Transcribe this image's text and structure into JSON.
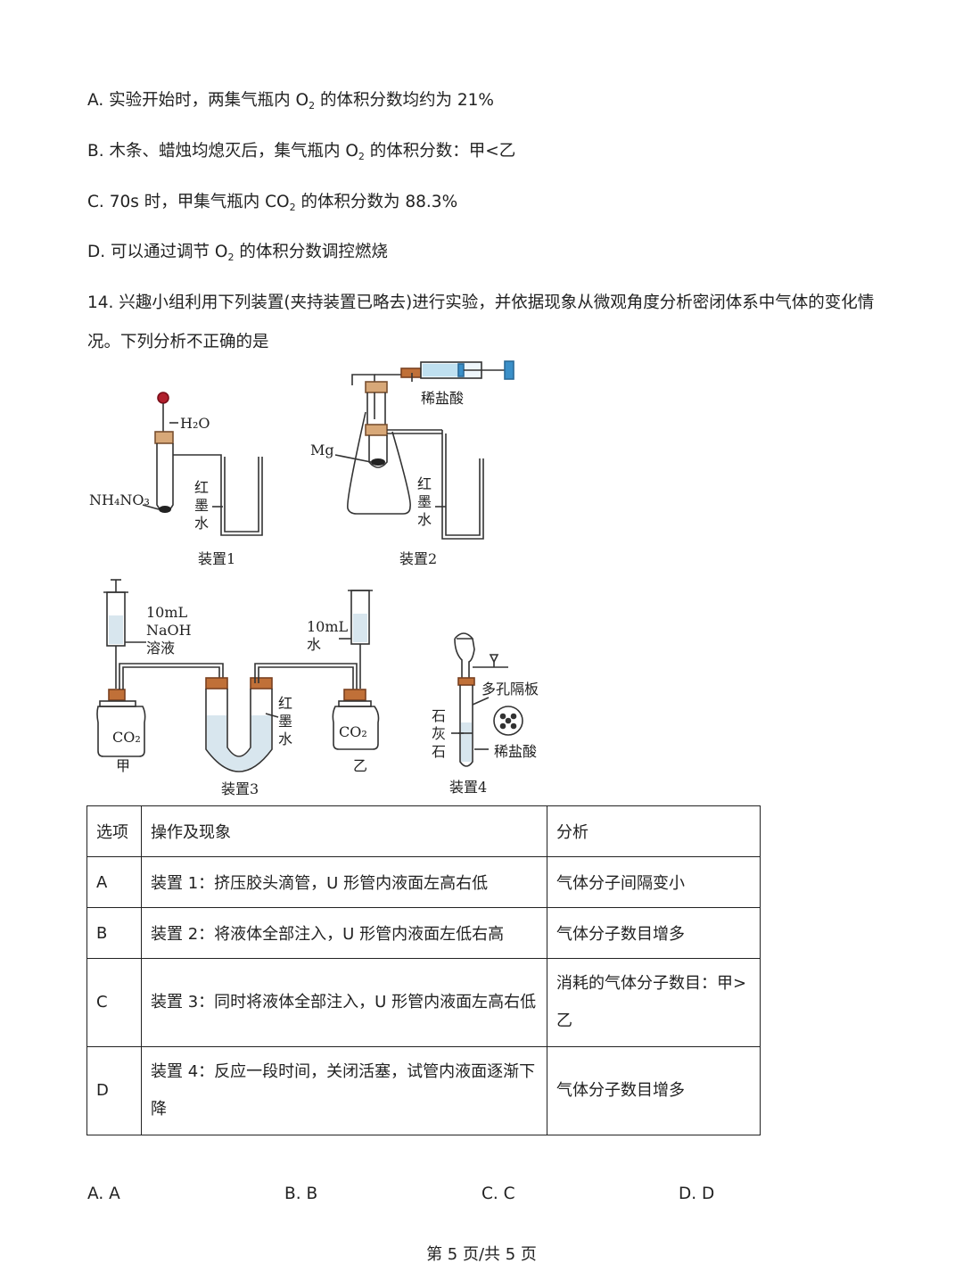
{
  "prev_options": [
    {
      "letter": "A.",
      "pre": "实验开始时，两集气瓶内 O",
      "sub": "2",
      "post": " 的体积分数均约为 21%"
    },
    {
      "letter": "B.",
      "pre": "木条、蜡烛均熄灭后，集气瓶内 O",
      "sub": "2",
      "post": " 的体积分数：甲<乙"
    },
    {
      "letter": "C.",
      "pre": "70s 时，甲集气瓶内 CO",
      "sub": "2",
      "post": " 的体积分数为 88.3%"
    },
    {
      "letter": "D.",
      "pre": "可以通过调节 O",
      "sub": "2",
      "post": " 的体积分数调控燃烧"
    }
  ],
  "question": {
    "number": "14.",
    "text": "兴趣小组利用下列装置(夹持装置已略去)进行实验，并依据现象从微观角度分析密闭体系中气体的变化情况。下列分析不正确的是"
  },
  "figure": {
    "d1_water": "H₂O",
    "d1_reagent": "NH₄NO₃",
    "red_ink_1": "红",
    "red_ink_2": "墨",
    "red_ink_3": "水",
    "d1_caption": "装置1",
    "d2_acid": "稀盐酸",
    "d2_mg": "Mg",
    "d2_caption": "装置2",
    "d3_naoh_1": "10mL",
    "d3_naoh_2": "NaOH",
    "d3_naoh_3": "溶液",
    "d3_water_1": "10mL",
    "d3_water_2": "水",
    "d3_co2": "CO₂",
    "d3_jia": "甲",
    "d3_yi": "乙",
    "d3_caption": "装置3",
    "d4_plate": "多孔隔板",
    "d4_stone_1": "石",
    "d4_stone_2": "灰",
    "d4_stone_3": "石",
    "d4_acid": "稀盐酸",
    "d4_caption": "装置4"
  },
  "table": {
    "headers": [
      "选项",
      "操作及现象",
      "分析"
    ],
    "rows": [
      [
        "A",
        "装置 1：挤压胶头滴管，U 形管内液面左高右低",
        "气体分子间隔变小"
      ],
      [
        "B",
        "装置 2：将液体全部注入，U 形管内液面左低右高",
        "气体分子数目增多"
      ],
      [
        "C",
        "装置 3：同时将液体全部注入，U 形管内液面左高右低",
        "消耗的气体分子数目：甲>乙"
      ],
      [
        "D",
        "装置 4：反应一段时间，关闭活塞，试管内液面逐渐下降",
        "气体分子数目增多"
      ]
    ]
  },
  "answers": [
    "A. A",
    "B. B",
    "C. C",
    "D. D"
  ],
  "footer": "第 5 页/共 5 页"
}
